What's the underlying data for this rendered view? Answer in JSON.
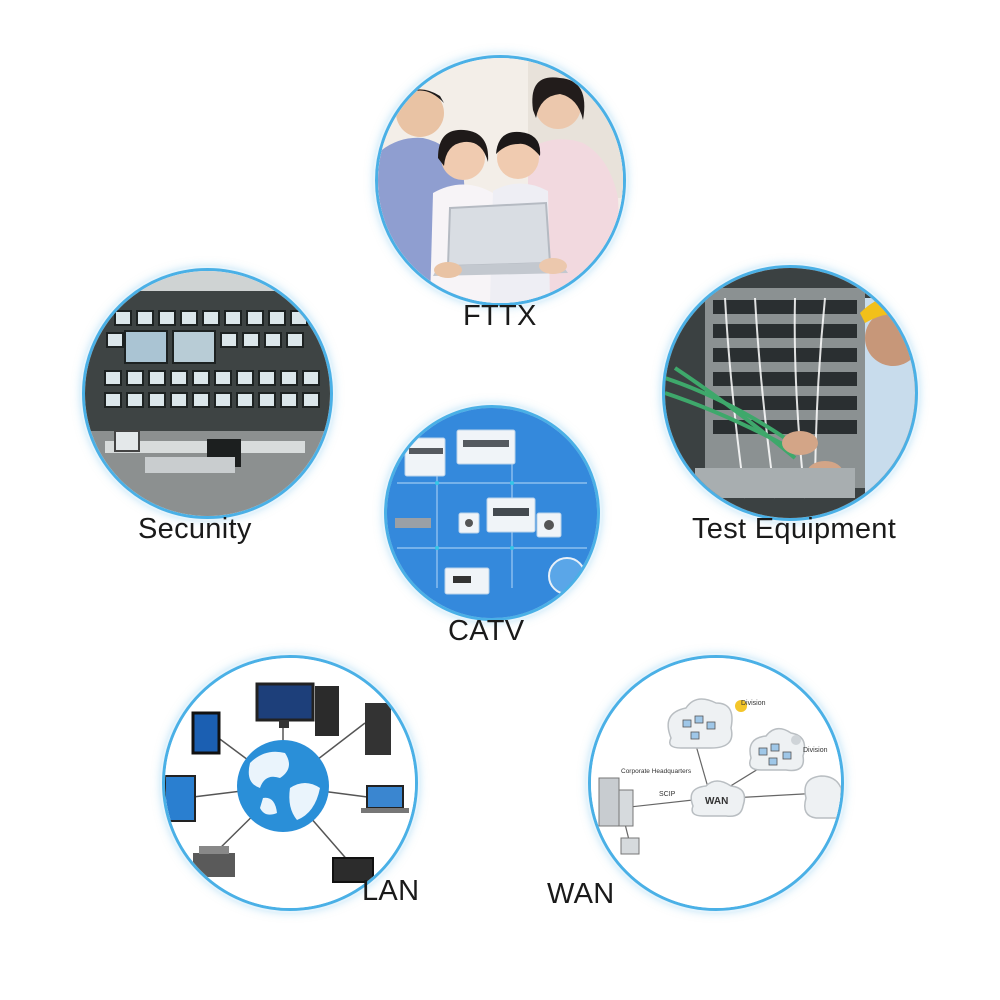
{
  "labels": {
    "fttx": "FTTX",
    "security": "Secunity",
    "test_equipment": "Test Equipment",
    "catv": "CATV",
    "lan": "LAN",
    "wan": "WAN"
  },
  "wan_diagram": {
    "division_top": "Division",
    "division_right": "Division",
    "corporate": "Corporate Headquarters",
    "protocol": "SCIP",
    "cloud": "WAN"
  },
  "colors": {
    "accent_ring": "#4ab0e6",
    "catv_blue": "#2c7fd6",
    "globe_blue": "#2a8fd8"
  }
}
